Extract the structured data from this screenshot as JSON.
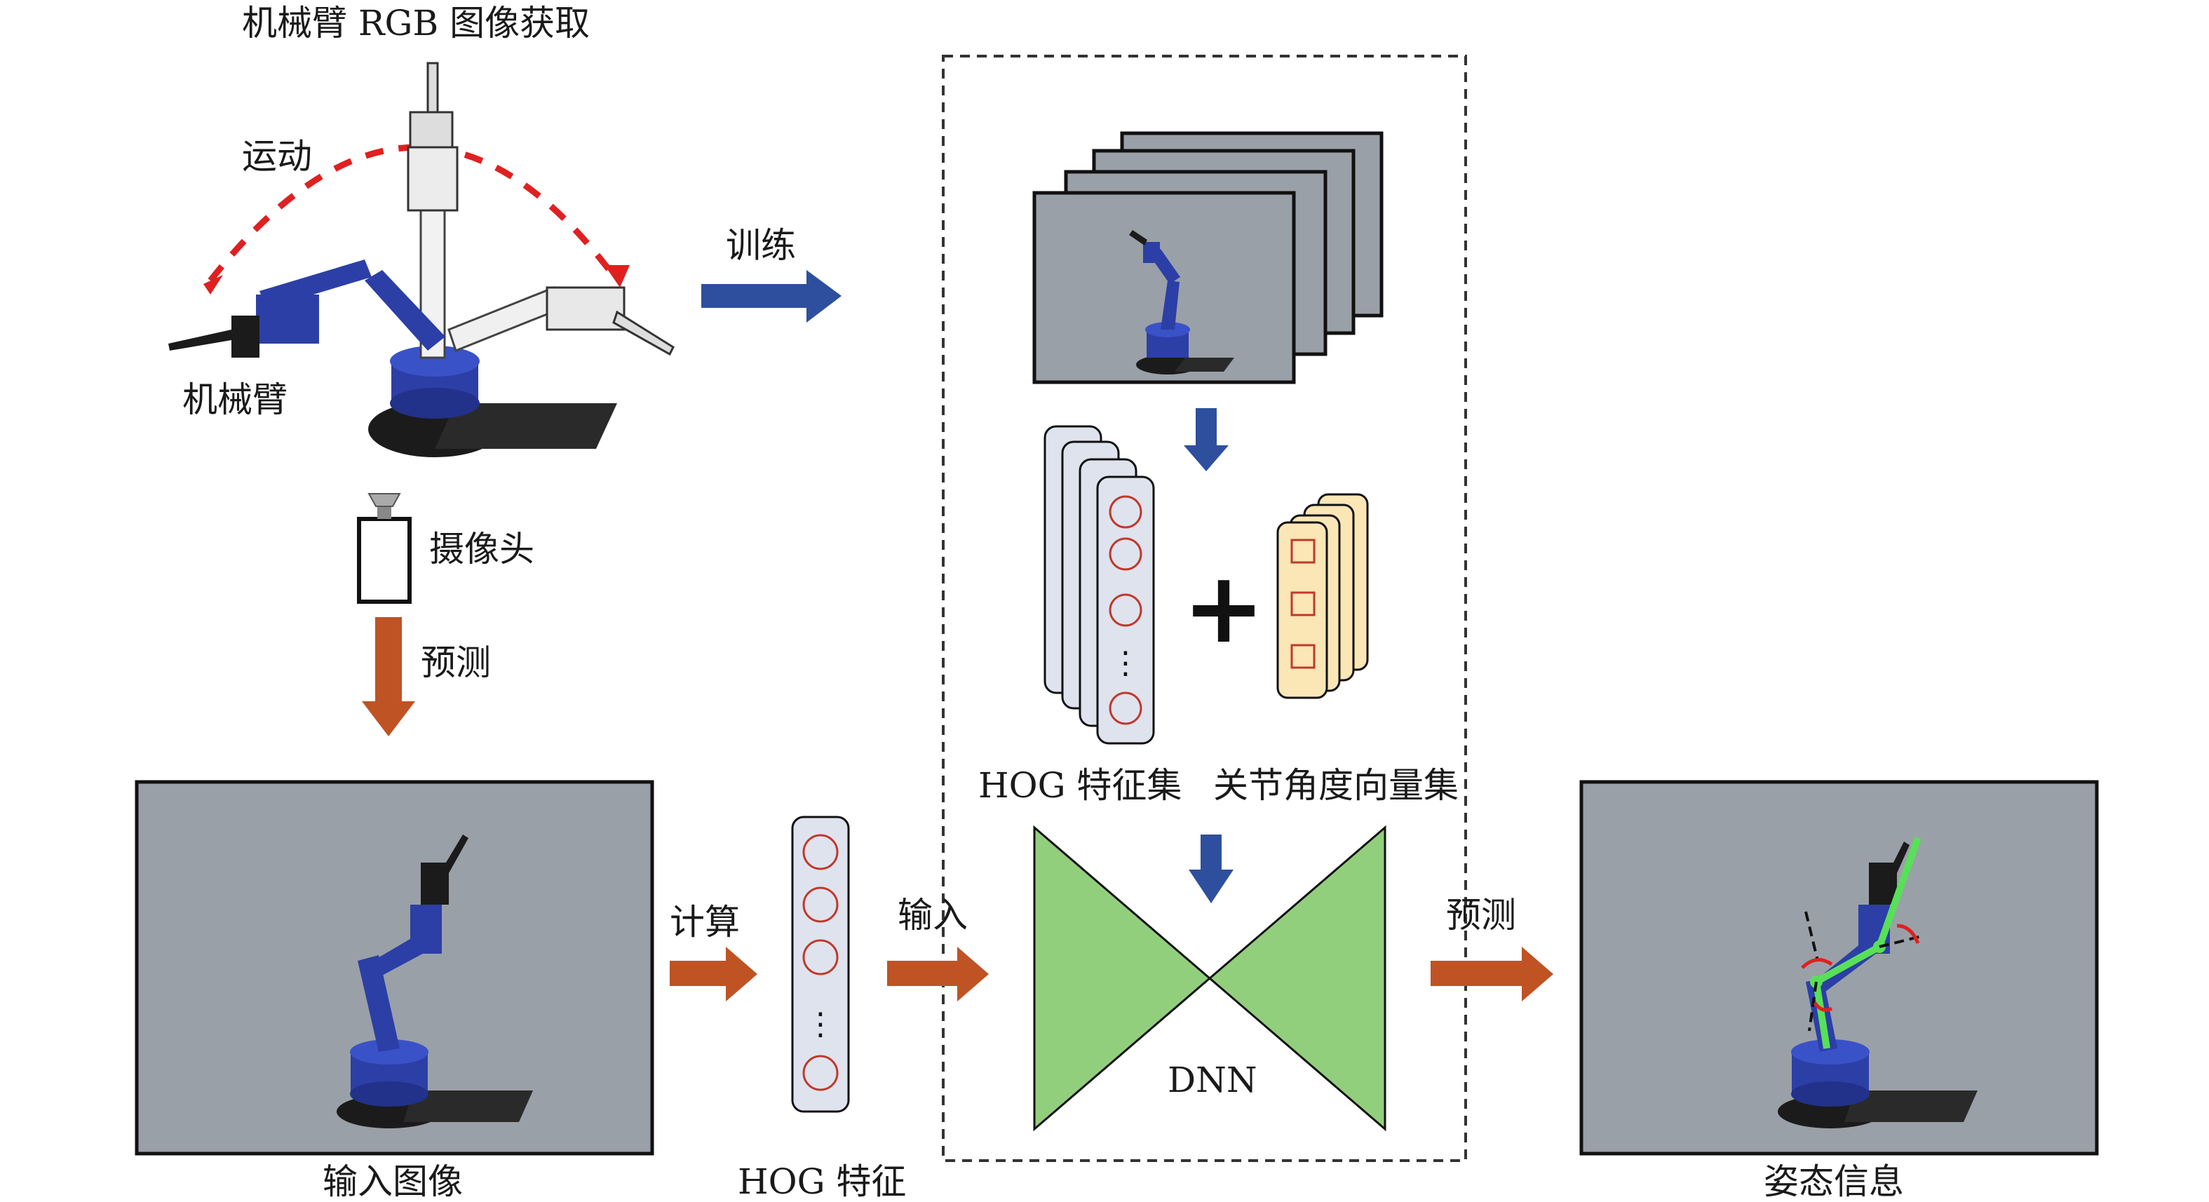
{
  "title": "机械臂 RGB 图像获取",
  "labels": {
    "motion": "运动",
    "arm": "机械臂",
    "camera": "摄像头",
    "predict_left": "预测",
    "train": "训练",
    "compute": "计算",
    "input_arrow": "输入",
    "predict_right": "预测",
    "hog_set": "HOG 特征集",
    "joint_set": "关节角度向量集",
    "dnn": "DNN",
    "input_image": "输入图像",
    "hog_feature": "HOG 特征",
    "pose_info": "姿态信息",
    "plus": "+",
    "dots": "⋮"
  },
  "colors": {
    "blue_arrow": "#2e4f9e",
    "orange_arrow": "#bf5324",
    "red_dashed": "#e02020",
    "panel_gray": "#9aa0a8",
    "hog_fill": "#dfe3ee",
    "joint_fill": "#fbe6b5",
    "dnn_green": "#92cf7d",
    "pose_green": "#58e058",
    "arm_blue": "#2c3fa6"
  }
}
